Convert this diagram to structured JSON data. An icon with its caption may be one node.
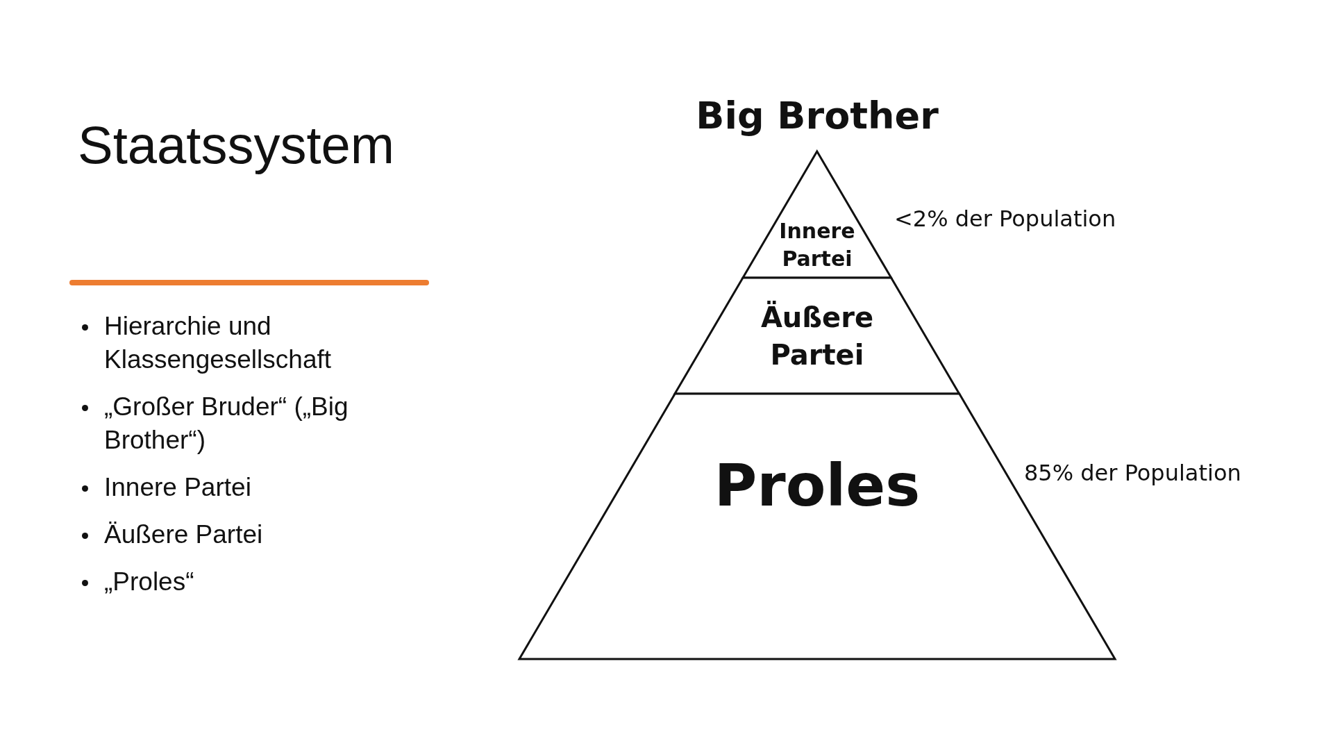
{
  "diagram": {
    "title": "Staatssystem",
    "nodes": [
      {
        "text": [
          "Innere Partei"
        ],
        "beside": [
          "<2% der Population"
        ]
      },
      {
        "text": [
          "Äußere Partei"
        ]
      },
      {
        "text": [
          "Proles"
        ],
        "beside": [
          "85% der Population"
        ]
      }
    ],
    "edges": [],
    "labels": [
      "Big Brother",
      "Hierarchie und Klassengesellschaft",
      "„Großer Bruder“ („Big Brother“)",
      "Innere Partei",
      "Äußere Partei",
      "„Proles“"
    ]
  }
}
